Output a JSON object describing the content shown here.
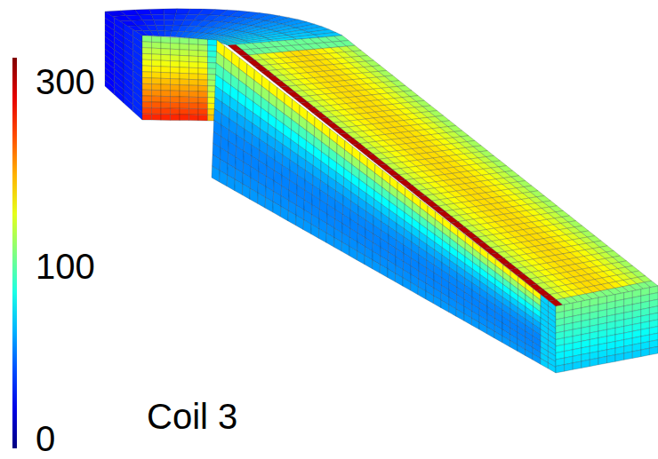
{
  "diagram": {
    "labels": [
      "300",
      "100",
      "Coil 3",
      "0"
    ]
  }
}
